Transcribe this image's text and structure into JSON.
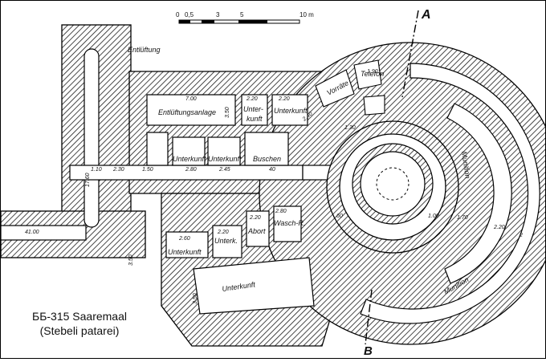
{
  "caption": {
    "line1": "ББ-315 Saaremaal",
    "line2": "(Stebeli patarei)"
  },
  "scale_bar": {
    "ticks": [
      "0",
      "0,5",
      "3",
      "5",
      "10 m"
    ]
  },
  "section_marks": {
    "a": "A",
    "b": "B"
  },
  "rooms": {
    "entluftung": "Entlüftung",
    "entluftungsanlage": "Entlüftungsanlage",
    "unterkunft_upper_1": "Unter-",
    "unterkunft_upper_2": "kunft",
    "unterkunft_upper_right": "Unterkunft",
    "unterkunft_corr_1": "Unterkunft",
    "unterkunft_corr_2": "Unterkunft",
    "buschen": "Buschen",
    "vorrate": "Vorräte",
    "telefon": "Telefon",
    "munition_ring": "Munition",
    "munition_outer": "Munition",
    "unterkunft_lower_left": "Unterkunft",
    "unterk_lower": "Unterk.",
    "abort": "Abort",
    "wasch_r": "Wasch-R.",
    "unterkunft_big": "Unterkunft"
  },
  "dimensions": {
    "d700": "7.00",
    "d220a": "2.20",
    "d220b": "2.20",
    "d350a": "3.50",
    "d240": "2.40",
    "d190": "1.90",
    "d130": "1.30",
    "d110": "1.10",
    "d230": "2.30",
    "d150": "1.50",
    "d280": "2.80",
    "d245": "2.45",
    "d40": "40",
    "d1760": "17.60",
    "d4100": "41.00",
    "d350b": "3.50",
    "d260": "2.60",
    "d220c": "2.20",
    "d220d": "2.20",
    "d280b": "2.80",
    "d350c": "3.50",
    "d60": "60",
    "d100": "1.00",
    "d170": "1.70",
    "d220e": "2.20",
    "d2": "2"
  },
  "colors": {
    "wall_fill": "#ffffff",
    "hatch": "#1a1a1a",
    "ink": "#111111",
    "background": "#ffffff"
  }
}
